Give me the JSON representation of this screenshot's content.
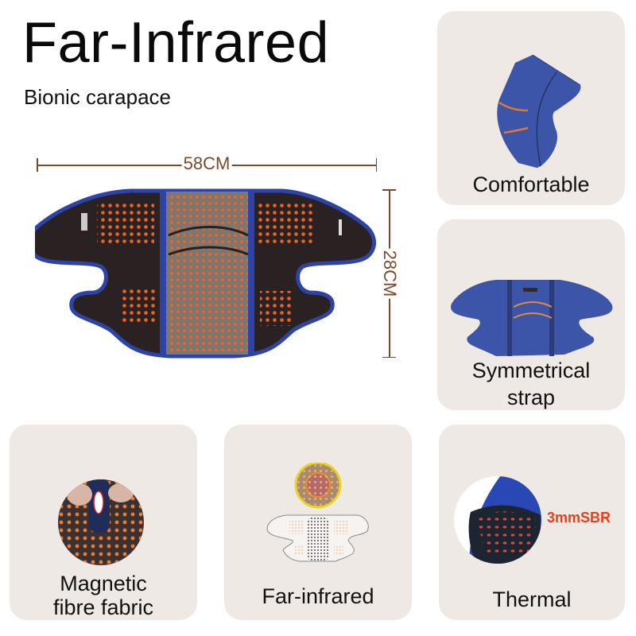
{
  "header": {
    "title": "Far-Infrared",
    "subtitle": "Bionic carapace"
  },
  "product": {
    "width_label": "58CM",
    "height_label": "28CM",
    "colors": {
      "border": "#2e43a8",
      "body": "#2a2222",
      "center_panel": "#7b7772",
      "dots": "#f0621e"
    }
  },
  "features": [
    {
      "label": "Comfortable",
      "icon": "knee-brace-icon"
    },
    {
      "label_line1": "Symmetrical",
      "label_line2": "strap",
      "icon": "flat-brace-icon"
    },
    {
      "label_line1": "Magnetic",
      "label_line2": "fibre fabric",
      "icon": "magnet-fabric-icon"
    },
    {
      "label": "Far-infrared",
      "icon": "infrared-heat-icon"
    },
    {
      "label": "Thermal",
      "badge": "3mmSBR",
      "icon": "sbr-layer-icon"
    }
  ],
  "colors": {
    "card_bg": "#efe9e5",
    "dimension_line": "#7a4a2a",
    "badge_text": "#e8401c"
  }
}
